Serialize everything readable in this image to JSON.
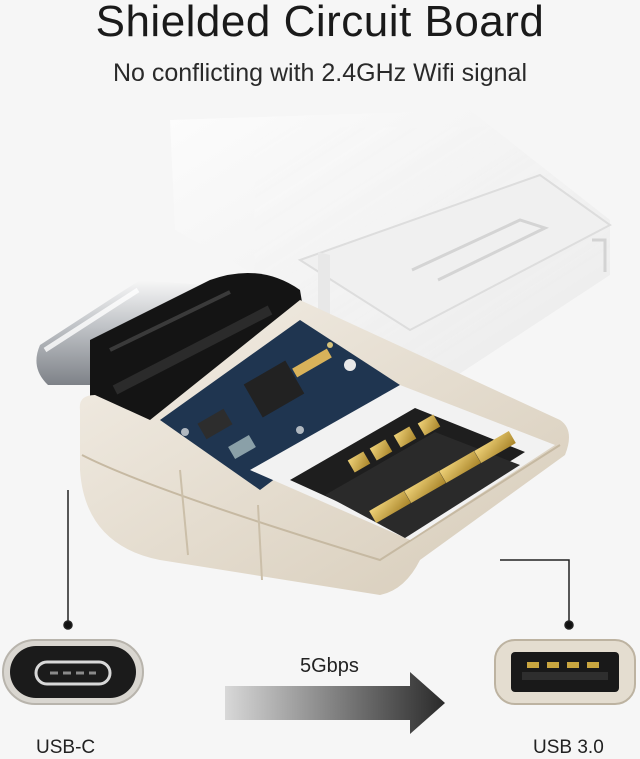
{
  "header": {
    "title": "Shielded Circuit Board",
    "subtitle": "No conflicting with 2.4GHz Wifi signal"
  },
  "ports": {
    "left_label": "USB-C",
    "right_label": "USB 3.0"
  },
  "transfer": {
    "speed_label": "5Gbps"
  },
  "colors": {
    "shell": "#e9e2d6",
    "pcb": "#1f3550",
    "gold": "#c9a640",
    "black_plastic": "#141414"
  }
}
